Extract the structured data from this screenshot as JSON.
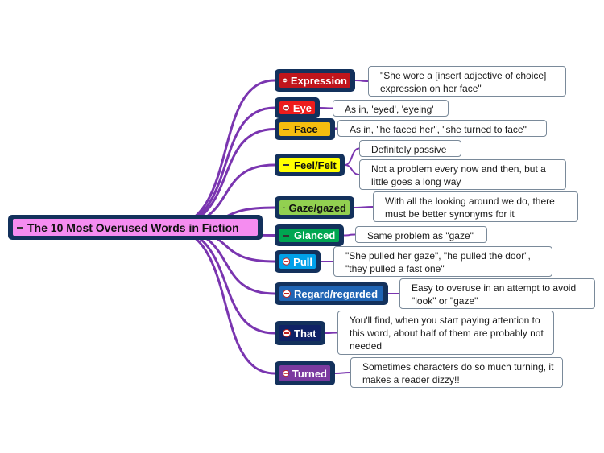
{
  "root": {
    "label": "The 10 Most Overused Words in Fiction",
    "color": "#f58cf0",
    "text_color": "#111111",
    "state": "expanded"
  },
  "branch_line_color": "#7a35b0",
  "topics": [
    {
      "id": "expression",
      "label": "Expression",
      "color": "#c0151c",
      "text_color": "#ffffff",
      "toggle": "collapse",
      "notes": [
        "\"She wore a [insert adjective of choice] expression on her face\""
      ]
    },
    {
      "id": "eye",
      "label": "Eye",
      "color": "#ee1c1c",
      "text_color": "#ffffff",
      "toggle": "collapse",
      "notes": [
        "As in, 'eyed', 'eyeing'"
      ]
    },
    {
      "id": "face",
      "label": "Face",
      "color": "#f5bd0f",
      "text_color": "#111111",
      "toggle": "expanded",
      "notes": [
        "As in, \"he faced her\", \"she turned to face\""
      ]
    },
    {
      "id": "feel-felt",
      "label": "Feel/Felt",
      "color": "#ffff00",
      "text_color": "#111111",
      "toggle": "expanded",
      "notes": [
        "Definitely passive",
        "Not a problem every now and then, but a little goes a long way"
      ]
    },
    {
      "id": "gaze-gazed",
      "label": "Gaze/gazed",
      "color": "#92d050",
      "text_color": "#111111",
      "toggle": "expanded",
      "notes": [
        "With all the looking around we do, there must be better synonyms for it"
      ]
    },
    {
      "id": "glanced",
      "label": "Glanced",
      "color": "#00a651",
      "text_color": "#ffffff",
      "toggle": "expanded",
      "notes": [
        "Same problem as \"gaze\""
      ]
    },
    {
      "id": "pull",
      "label": "Pull",
      "color": "#00a0e9",
      "text_color": "#ffffff",
      "toggle": "collapse",
      "notes": [
        "\"She pulled her gaze\", \"he pulled the door\", \"they pulled a fast one\""
      ]
    },
    {
      "id": "regard-regarded",
      "label": "Regard/regarded",
      "color": "#1f64b4",
      "text_color": "#ffffff",
      "toggle": "collapse",
      "notes": [
        "Easy to overuse in an attempt to avoid \"look\" or \"gaze\""
      ]
    },
    {
      "id": "that",
      "label": "That",
      "color": "#0f2266",
      "text_color": "#ffffff",
      "toggle": "collapse",
      "notes": [
        "You'll find, when you start paying attention to this word, about half of them are probably not needed"
      ]
    },
    {
      "id": "turned",
      "label": "Turned",
      "color": "#7b3aa0",
      "text_color": "#ffffff",
      "toggle": "collapse",
      "notes": [
        "Sometimes characters do so much turning, it makes a reader dizzy!!"
      ]
    }
  ]
}
